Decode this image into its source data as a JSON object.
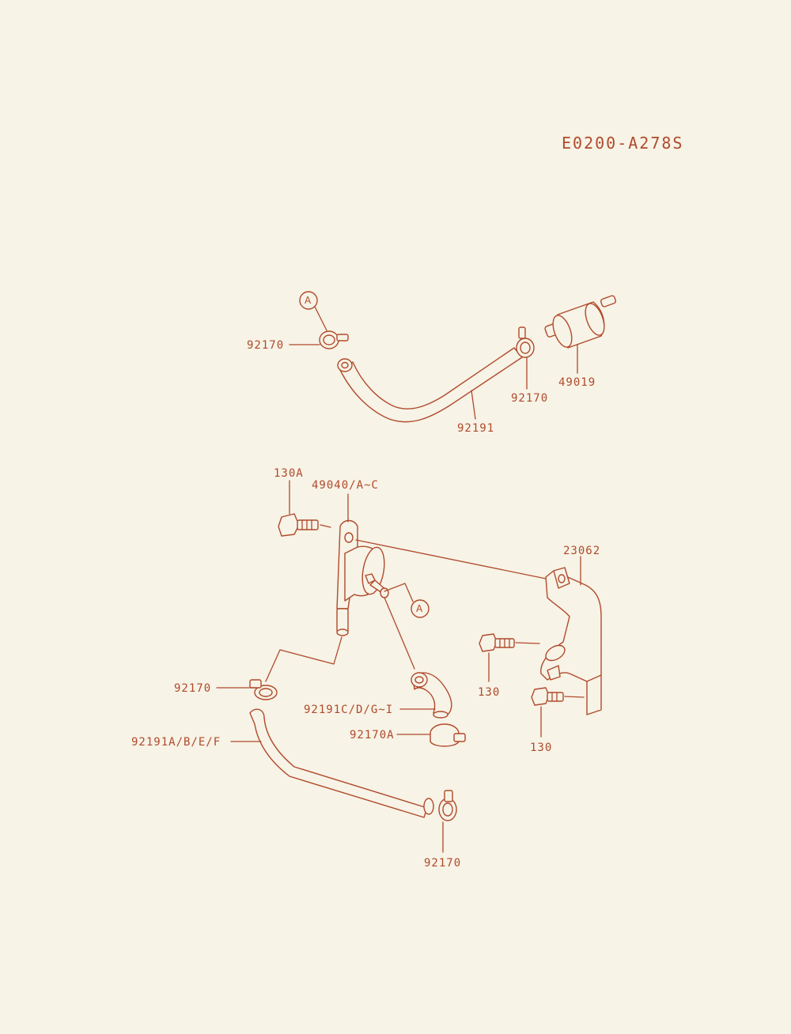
{
  "diagram_code": "E0200-A278S",
  "callouts": {
    "ref_a_top": "A",
    "ref_a_mid": "A",
    "clamp_top_left": "92170",
    "clamp_top_right": "92170",
    "fuel_filter": "49019",
    "hose_top": "92191",
    "bolt_130a": "130A",
    "fuel_pump": "49040/A~C",
    "bracket": "23062",
    "bolt_130_upper": "130",
    "bolt_130_lower": "130",
    "clamp_left_mid": "92170",
    "hose_elbow": "92191C/D/G~I",
    "clamp_92170a": "92170A",
    "hose_lower": "92191A/B/E/F",
    "clamp_bottom": "92170"
  },
  "colors": {
    "ink": "#b04a2c",
    "paper": "#f7f3e6"
  }
}
